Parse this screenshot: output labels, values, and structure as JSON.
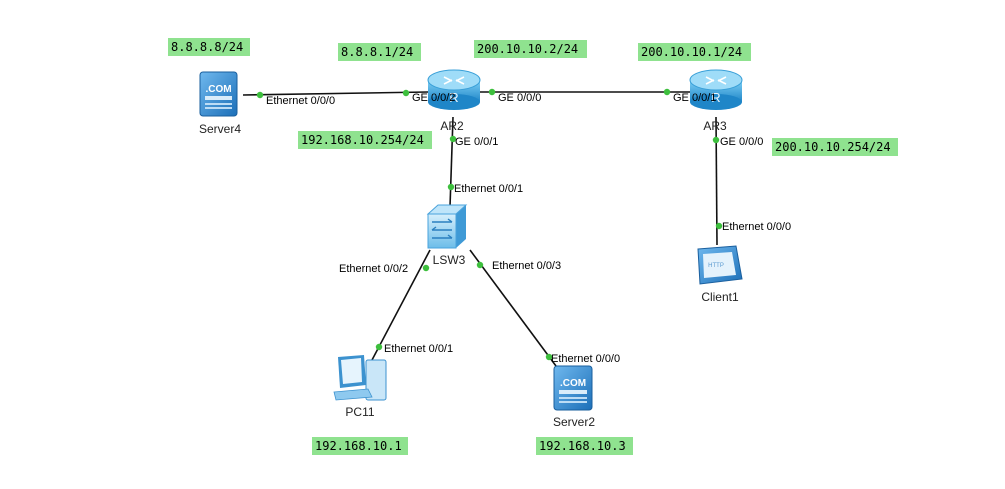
{
  "devices": {
    "server4": {
      "name": "Server4",
      "icon": "server-icon",
      "badge": ".COM"
    },
    "ar2": {
      "name": "AR2",
      "icon": "router-icon"
    },
    "ar3": {
      "name": "AR3",
      "icon": "router-icon"
    },
    "lsw3": {
      "name": "LSW3",
      "icon": "switch-icon"
    },
    "client1": {
      "name": "Client1",
      "icon": "client-icon",
      "badge": "HTTP"
    },
    "pc11": {
      "name": "PC11",
      "icon": "pc-icon"
    },
    "server2": {
      "name": "Server2",
      "icon": "server-icon",
      "badge": ".COM"
    }
  },
  "addresses": {
    "server4": "8.8.8.8/24",
    "ar2_ge002": "8.8.8.1/24",
    "ar2_ge000": "200.10.10.2/24",
    "ar3_ge001": "200.10.10.1/24",
    "ar2_ge001": "192.168.10.254/24",
    "ar3_ge000": "200.10.10.254/24",
    "pc11": "192.168.10.1",
    "server2": "192.168.10.3"
  },
  "ports": {
    "server4_eth000": "Ethernet 0/0/0",
    "ar2_ge002": "GE 0/0/2",
    "ar2_ge000": "GE 0/0/0",
    "ar3_ge001": "GE 0/0/1",
    "ar2_ge001": "GE 0/0/1",
    "lsw3_eth001": "Ethernet 0/0/1",
    "ar3_ge000": "GE 0/0/0",
    "client1_eth000": "Ethernet 0/0/0",
    "lsw3_eth002": "Ethernet 0/0/2",
    "lsw3_eth003": "Ethernet 0/0/3",
    "pc11_eth001": "Ethernet 0/0/1",
    "server2_eth000": "Ethernet 0/0/0"
  },
  "colors": {
    "label_bg": "#8fe28f",
    "port_dot": "#3dbf3d",
    "router": "#3aa7e0",
    "device_blue": "#2f86d0"
  }
}
